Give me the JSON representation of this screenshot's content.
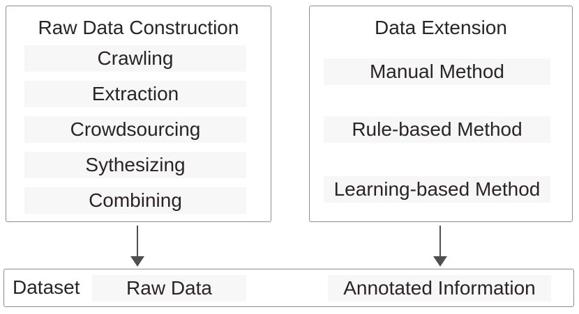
{
  "left_box": {
    "title": "Raw Data Construction",
    "items": [
      "Crawling",
      "Extraction",
      "Crowdsourcing",
      "Sythesizing",
      "Combining"
    ]
  },
  "right_box": {
    "title": "Data Extension",
    "items": [
      "Manual Method",
      "Rule-based Method",
      "Learning-based Method"
    ]
  },
  "bottom_box": {
    "label": "Dataset",
    "items": [
      "Raw Data",
      "Annotated Information"
    ]
  },
  "colors": {
    "row_background": "#f7f7f7",
    "box_border": "#8c8c8c",
    "text": "#2b2426",
    "arrow": "#4f4f4f"
  }
}
